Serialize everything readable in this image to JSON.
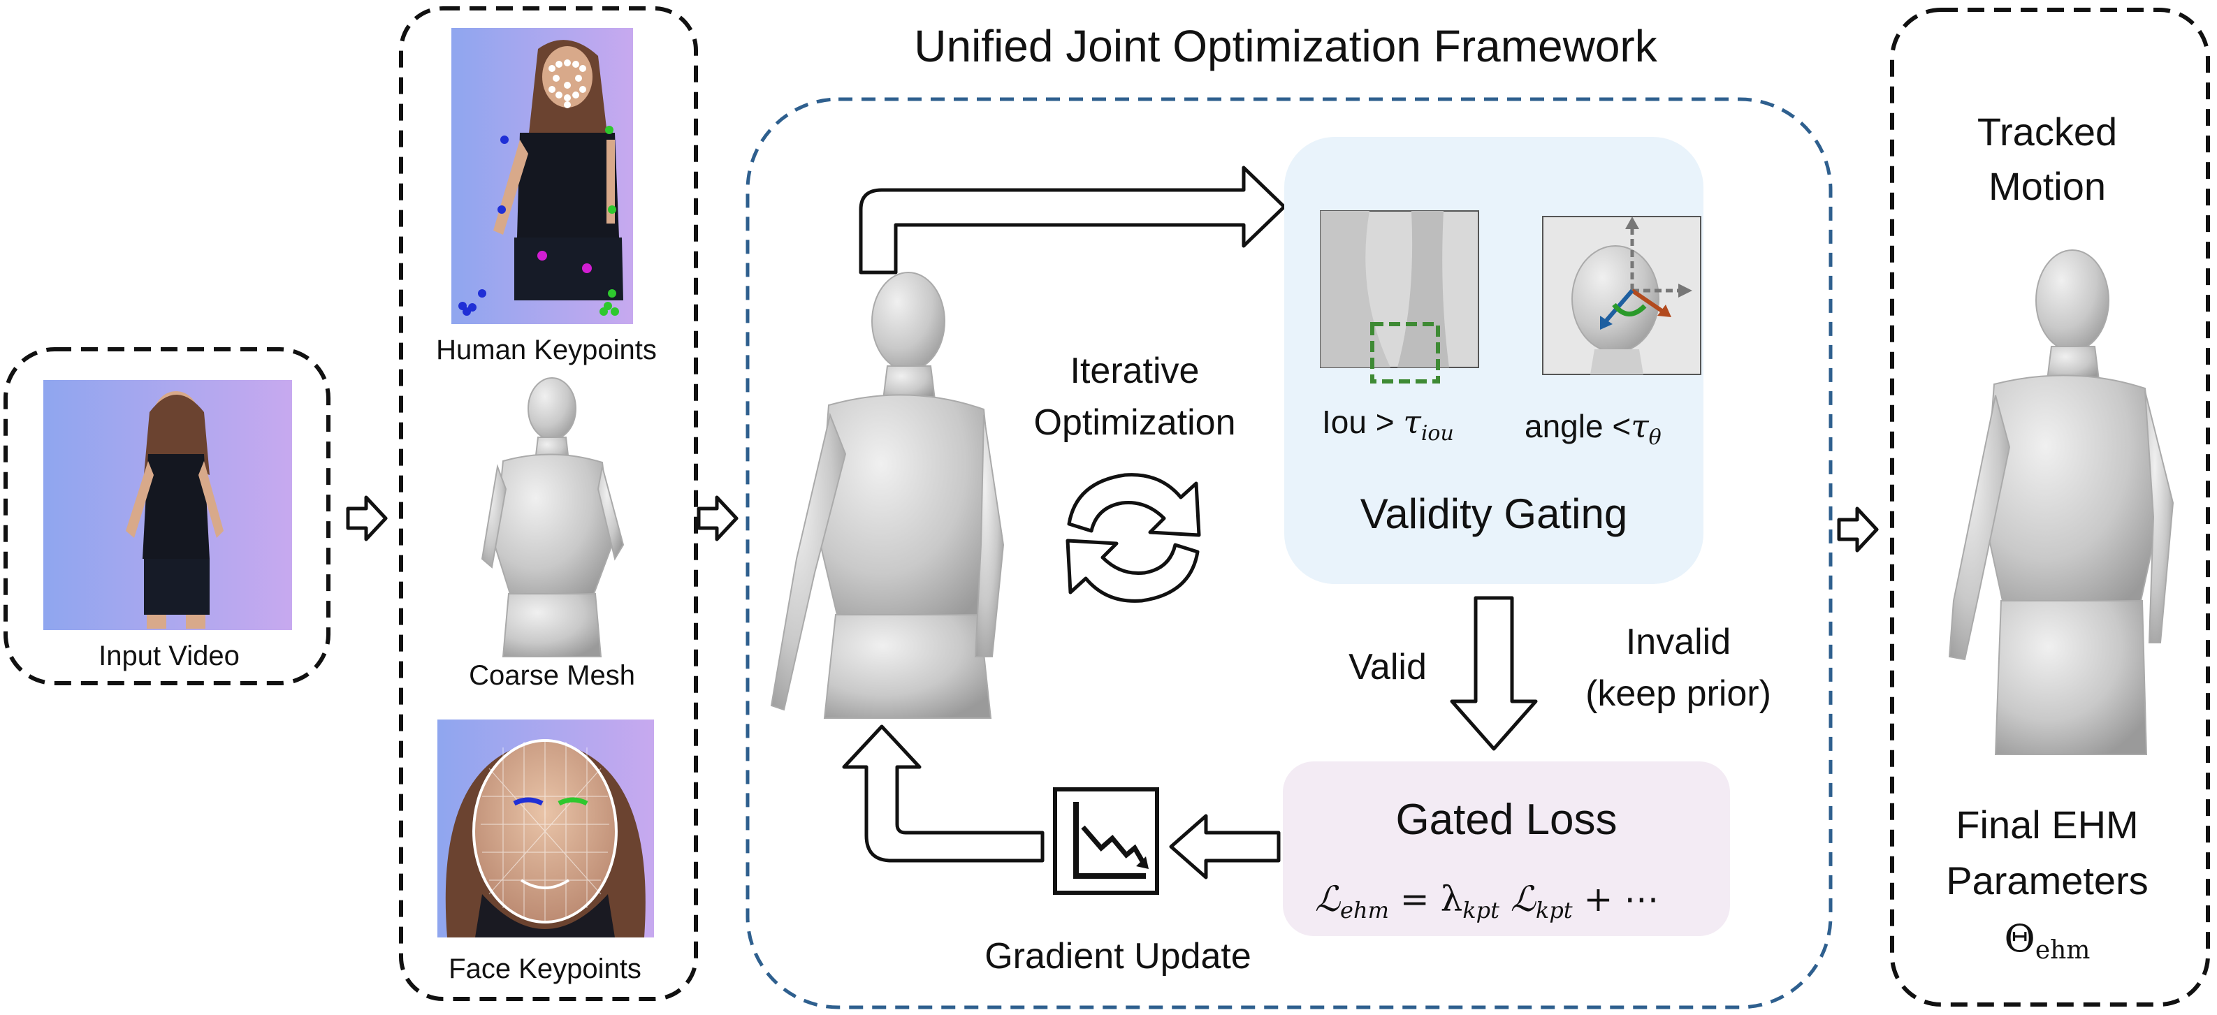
{
  "title": "Unified Joint Optimization Framework",
  "input": {
    "label": "Input Video"
  },
  "preprocess": {
    "human_keypoints": "Human Keypoints",
    "coarse_mesh": "Coarse Mesh",
    "face_keypoints": "Face Keypoints"
  },
  "loop": {
    "label_line1": "Iterative",
    "label_line2": "Optimization"
  },
  "gating": {
    "title": "Validity Gating",
    "iou_text": "Iou > ",
    "iou_symbol": "τ",
    "iou_sub": "iou",
    "angle_text": "angle  <",
    "angle_symbol": "τ",
    "angle_sub": "θ"
  },
  "branch": {
    "valid": "Valid",
    "invalid_line1": "Invalid",
    "invalid_line2": "(keep prior)"
  },
  "loss": {
    "title": "Gated Loss",
    "formula_lhs": "ℒ",
    "formula_lhs_sub": "ehm",
    "formula_eq": " = λ",
    "formula_lambda_sub": "kpt",
    "formula_rhs": " ℒ",
    "formula_rhs_sub": "kpt",
    "formula_tail": " + ⋯"
  },
  "gradient": {
    "label": "Gradient Update"
  },
  "output": {
    "tracked_line1": "Tracked",
    "tracked_line2": "Motion",
    "final_line1": "Final EHM",
    "final_line2": "Parameters",
    "theta": "Θ",
    "theta_sub": "ehm"
  },
  "colors": {
    "framework_border": "#2e5f8e",
    "gating_fill": "#e9f3fb",
    "loss_fill": "#f3ebf4",
    "video_bg": "#8fa6ef",
    "mesh_gray": "#c9c9c9",
    "skin": "#d8a98a"
  }
}
